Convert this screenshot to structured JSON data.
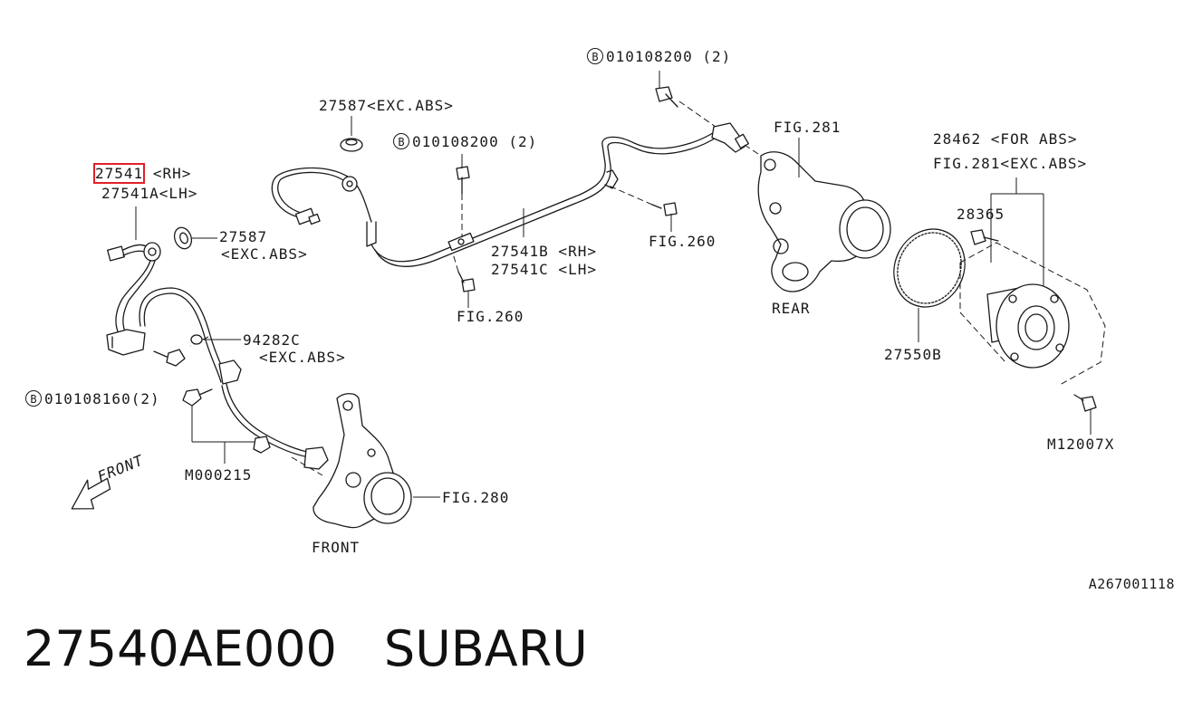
{
  "diagram": {
    "callouts": {
      "bolt_top": {
        "mark": "B",
        "part": "010108200",
        "qty": "(2)"
      },
      "bolt_mid": {
        "mark": "B",
        "part": "010108200",
        "qty": "(2)"
      },
      "bolt_left": {
        "mark": "B",
        "part": "010108160",
        "qty": "(2)"
      },
      "grommet_top": {
        "line1": "27587<EXC.ABS>"
      },
      "sensor_front_rh": {
        "part": "27541",
        "side": "<RH>"
      },
      "sensor_front_lh": {
        "line": "27541A<LH>"
      },
      "grommet_left": {
        "line1": "27587",
        "line2": "<EXC.ABS>"
      },
      "clip": {
        "line1": "94282C",
        "line2": "<EXC.ABS>"
      },
      "bolt_front": {
        "line": "M000215"
      },
      "fig280": {
        "line": "FIG.280"
      },
      "front_label": {
        "line": "FRONT"
      },
      "direction_arrow": {
        "line": "FRONT"
      },
      "sensor_rear": {
        "line1": "27541B <RH>",
        "line2": "27541C <LH>"
      },
      "fig260_lower": {
        "line": "FIG.260"
      },
      "fig260_upper": {
        "line": "FIG.260"
      },
      "fig281_top": {
        "line": "FIG.281"
      },
      "rear_label": {
        "line": "REAR"
      },
      "hub_parts": {
        "line1": "28462 <FOR ABS>",
        "line2": "FIG.281<EXC.ABS>"
      },
      "bolt_hub": {
        "line": "28365"
      },
      "tone_ring": {
        "line": "27550B"
      },
      "hub_bolt": {
        "line": "M12007X"
      }
    },
    "highlight_color": "#e0202a",
    "illustration_code": "A267001118"
  },
  "footer": {
    "part_number": "27540AE000",
    "brand": "SUBARU"
  }
}
